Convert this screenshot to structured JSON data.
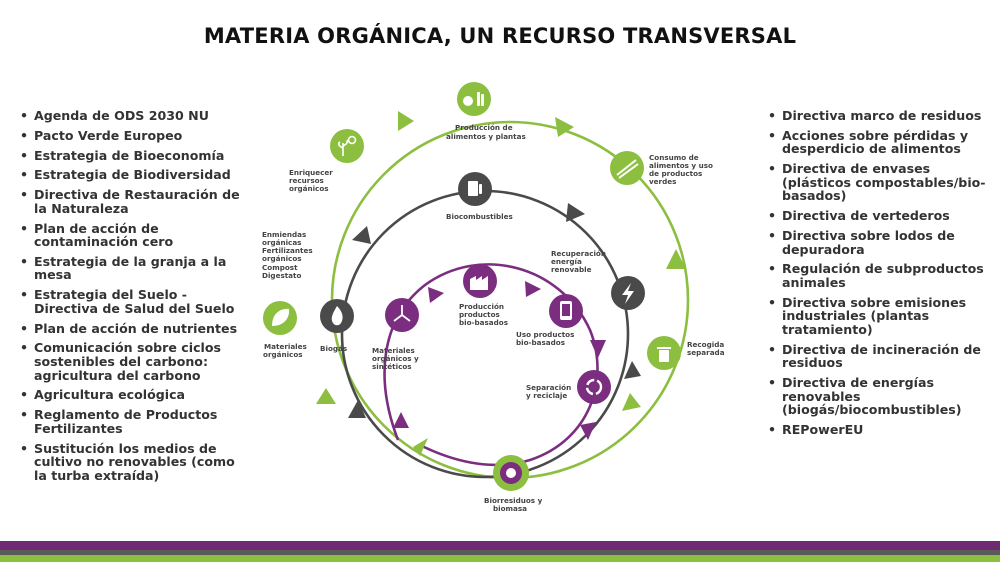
{
  "title": "MATERIA ORGÁNICA, UN RECURSO TRANSVERSAL",
  "left_list": [
    "Agenda de ODS 2030 NU",
    "Pacto Verde Europeo",
    "Estrategia de Bioeconomía",
    "Estrategia de Biodiversidad",
    "Directiva de Restauración de la Naturaleza",
    "Plan de acción de contaminación cero",
    "Estrategia de la granja a la mesa",
    "Estrategia del Suelo - Directiva de Salud del Suelo",
    "Plan de acción de nutrientes",
    "Comunicación sobre ciclos sostenibles del carbono: agricultura del carbono",
    "Agricultura ecológica",
    "Reglamento de Productos Fertilizantes",
    "Sustitución los medios de cultivo no renovables (como la turba extraída)"
  ],
  "right_list": [
    "Directiva marco de residuos",
    "Acciones sobre pérdidas y desperdicio de alimentos",
    "Directiva de envases (plásticos compostables/bio-basados)",
    "Directiva de vertederos",
    "Directiva sobre lodos de depuradora",
    "Regulación de subproductos animales",
    "Directiva sobre emisiones industriales (plantas tratamiento)",
    "Directiva de incineración de residuos",
    "Directiva de energías renovables (biogás/biocombustibles)",
    "REPowerEU"
  ],
  "nodes": {
    "produccion": [
      "Producción de",
      "alimentos y plantas"
    ],
    "consumo": [
      "Consumo de",
      "alimentos y uso",
      "de productos",
      "verdes"
    ],
    "recogida": [
      "Recogida",
      "separada"
    ],
    "biorresiduos": [
      "Biorresiduos y",
      "biomasa"
    ],
    "materiales_organicos": [
      "Materiales",
      "orgánicos"
    ],
    "enmiendas": [
      "Enmiendas",
      "orgánicas",
      "Fertilizantes",
      "orgánicos",
      "Compost",
      "Digestato"
    ],
    "enriquecer": [
      "Enriquecer",
      "recursos",
      "orgánicos"
    ],
    "biocombustibles": [
      "Biocombustibles"
    ],
    "recuperacion": [
      "Recuperación",
      "energía",
      "renovable"
    ],
    "biogas": [
      "Biogás"
    ],
    "produccion_bio": [
      "Producción",
      "productos",
      "bio-basados"
    ],
    "uso_bio": [
      "Uso productos",
      "bio-basados"
    ],
    "separacion": [
      "Separación",
      "y reciclaje"
    ],
    "materiales_sinteticos": [
      "Materiales",
      "orgánicos y",
      "sintéticos"
    ]
  },
  "colors": {
    "green": "#8cbe3f",
    "dark": "#4a4a4a",
    "purple": "#7b2d7f",
    "band_purple": "#6e2a72",
    "band_gray": "#5a5a5a",
    "band_green": "#8cbe3f"
  }
}
